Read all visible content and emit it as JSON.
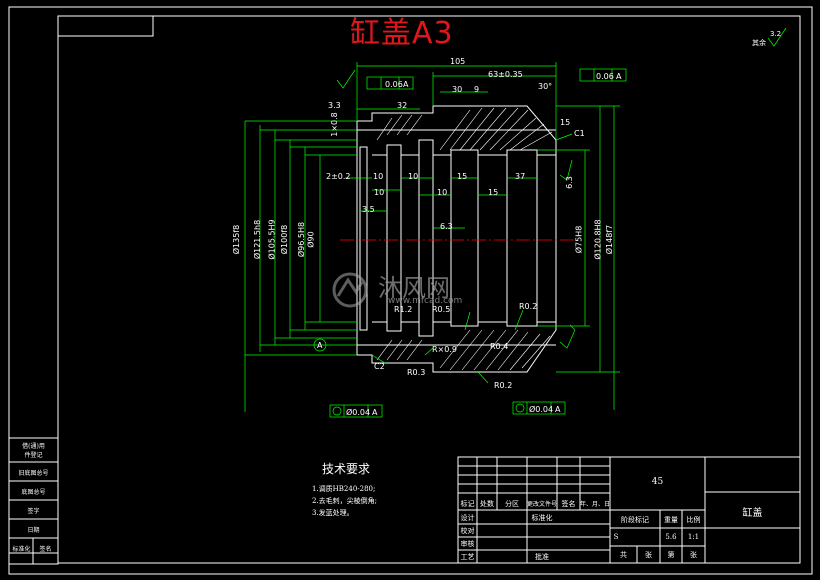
{
  "drawing": {
    "title": "缸盖A3",
    "roughness_note": "其余",
    "roughness_value": "3.2",
    "material": "45",
    "part_name": "缸盖",
    "weight": "5.6",
    "scale": "1:1"
  },
  "technical_requirements": {
    "heading": "技术要求",
    "items": [
      "1.调质HB240-280;",
      "2.去毛刺，尖棱倒角;",
      "3.发蓝处理。"
    ]
  },
  "dimensions": {
    "overall_length": "105",
    "len_63": "63±0.35",
    "len_30": "30",
    "len_9": "9",
    "len_32": "32",
    "len_3": "3.3",
    "angle": "30°",
    "chamfer_c1": "C1",
    "chamfer_c2": "C2",
    "dim_15": "15",
    "dim_2": "2±0.2",
    "dim_10a": "10",
    "dim_10b": "10",
    "dim_10c": "10",
    "dim_10d": "10",
    "dim_15b": "15",
    "dim_15c": "15",
    "dim_37": "37",
    "dim_6_3": "6.3",
    "dim_3_5": "3.5",
    "r02_a": "R0.2",
    "r02_b": "R0.2",
    "r05": "R0.5",
    "r04": "R0.4",
    "r03": "R0.3",
    "r09": "R×0.9",
    "r12": "R1.2",
    "tol_flat": "0.06",
    "tol_parallel": "0.06",
    "runout_a": "Ø0.04",
    "runout_b": "Ø0.04",
    "datum": "A",
    "left_dias": [
      "Ø135f8",
      "Ø121.5h8",
      "Ø105.5H9",
      "Ø100f8",
      "Ø96.5H8",
      "Ø90"
    ],
    "right_dias": [
      "Ø75H8",
      "Ø120.8H8",
      "Ø148f7"
    ],
    "left_len": "1×0.8",
    "right_63": "6.3"
  },
  "left_strip": [
    "借(通)用",
    "件登记",
    "旧底图总号",
    "底图总号",
    "签字",
    "日期",
    "标准化",
    "签名"
  ],
  "title_block": {
    "rev_row": [
      "标记",
      "处数",
      "分区",
      "更改文件号",
      "签名",
      "年、月、日"
    ],
    "rows_left": [
      "设计",
      "校对",
      "审核",
      "工艺"
    ],
    "row_std": "标准化",
    "row_approve": "批准",
    "stage_label": "阶段标记",
    "weight_label": "重量",
    "scale_label": "比例",
    "stage_s": "S",
    "sheets": [
      "共",
      "张",
      "第",
      "张"
    ]
  },
  "watermark": {
    "text": "沐风网",
    "url": "www.mfcad.com"
  },
  "colors": {
    "background": "#000000",
    "line": "#ffffff",
    "dimension": "#00ff00",
    "title": "#e0161a",
    "hatch": "#ffffff",
    "center": "#ff0000"
  }
}
